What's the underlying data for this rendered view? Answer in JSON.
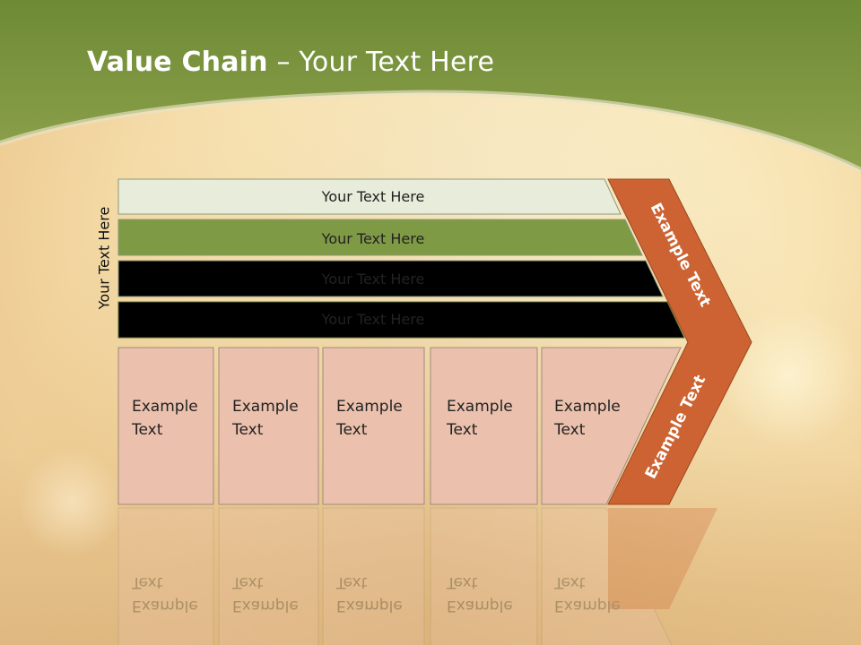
{
  "slide": {
    "title_bold": "Value Chain",
    "title_rest": " – Your Text Here",
    "side_label": "Your Text Here"
  },
  "bars": [
    {
      "label": "Your Text Here",
      "color": "#e8ecdb"
    },
    {
      "label": "Your Text Here",
      "color": "#d6e0b5"
    },
    {
      "label": "Your Text Here",
      "color": "#b9c98a"
    },
    {
      "label": "Your Text Here",
      "color": "#7f9a45"
    }
  ],
  "boxes": [
    {
      "line1": "Example",
      "line2": "Text"
    },
    {
      "line1": "Example",
      "line2": "Text"
    },
    {
      "line1": "Example",
      "line2": "Text"
    },
    {
      "line1": "Example",
      "line2": "Text"
    },
    {
      "line1": "Example",
      "line2": "Text"
    }
  ],
  "arrow": {
    "upper_text": "Example Text",
    "lower_text": "Example Text",
    "color": "#cd6332"
  },
  "colors": {
    "header_green": "#7d993f",
    "box_fill": "#ebc1ad",
    "box_stroke": "#a08a7d"
  }
}
